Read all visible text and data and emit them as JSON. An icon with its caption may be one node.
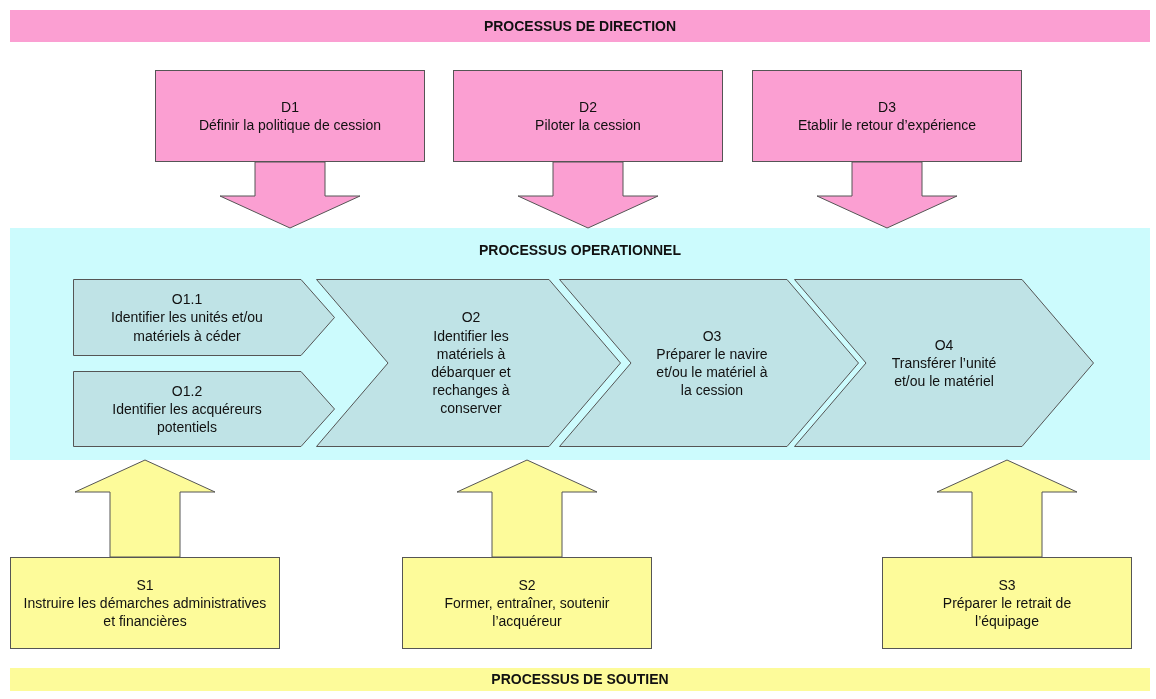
{
  "diagram": {
    "nodes": [
      {
        "text": [
          "PROCESSUS DE DIRECTION"
        ]
      },
      {
        "text": [
          "D1",
          "Définir la politique de cession"
        ]
      },
      {
        "text": [
          "D2",
          "Piloter la cession"
        ]
      },
      {
        "text": [
          "D3",
          "Etablir le retour d’expérience"
        ]
      },
      {
        "text": [
          "PROCESSUS OPERATIONNEL"
        ]
      },
      {
        "text": [
          "O1.1",
          "Identifier les unités et/ou matériels à céder"
        ],
        "in": 4
      },
      {
        "text": [
          "O1.2",
          "Identifier les acquéreurs potentiels"
        ],
        "in": 4
      },
      {
        "text": [
          "O2",
          "Identifier les matériels à débarquer et rechanges à conserver"
        ],
        "in": 4
      },
      {
        "text": [
          "O3",
          "Préparer le navire et/ou le matériel à la cession"
        ],
        "in": 4
      },
      {
        "text": [
          "O4",
          "Transférer l’unité et/ou le matériel"
        ],
        "in": 4
      },
      {
        "text": [
          "S1",
          "Instruire les démarches administratives et financières"
        ]
      },
      {
        "text": [
          "S2",
          "Former, entraîner, soutenir l’acquéreur"
        ]
      },
      {
        "text": [
          "S3",
          "Préparer le retrait de l’équipage"
        ]
      },
      {
        "text": [
          "PROCESSUS DE SOUTIEN"
        ]
      }
    ],
    "edges": [
      {
        "from": 1,
        "to": 4,
        "arrow": "to"
      },
      {
        "from": 2,
        "to": 4,
        "arrow": "to"
      },
      {
        "from": 3,
        "to": 4,
        "arrow": "to"
      },
      {
        "from": 10,
        "to": 4,
        "arrow": "to"
      },
      {
        "from": 11,
        "to": 4,
        "arrow": "to"
      },
      {
        "from": 12,
        "to": 4,
        "arrow": "to"
      }
    ]
  }
}
